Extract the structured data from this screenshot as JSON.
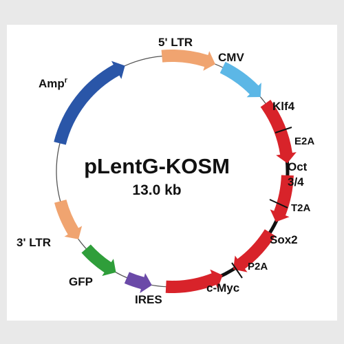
{
  "plasmid": {
    "name": "pLentG-KOSM",
    "size": "13.0 kb"
  },
  "features": [
    {
      "id": "5ltr",
      "label": "5' LTR",
      "color": "#f0a470"
    },
    {
      "id": "cmv",
      "label": "CMV",
      "color": "#5cb7e6"
    },
    {
      "id": "klf4",
      "label": "Klf4",
      "color": "#d8232a"
    },
    {
      "id": "e2a",
      "label": "E2A",
      "color": "#111111"
    },
    {
      "id": "oct",
      "label": "Oct",
      "label2": "3/4",
      "color": "#d8232a"
    },
    {
      "id": "t2a",
      "label": "T2A",
      "color": "#111111"
    },
    {
      "id": "sox2",
      "label": "Sox2",
      "color": "#d8232a"
    },
    {
      "id": "p2a",
      "label": "P2A",
      "color": "#111111"
    },
    {
      "id": "cmyc",
      "label": "c-Myc",
      "color": "#d8232a"
    },
    {
      "id": "ires",
      "label": "IRES",
      "color": "#6b4aa8"
    },
    {
      "id": "gfp",
      "label": "GFP",
      "color": "#2f9e3a"
    },
    {
      "id": "3ltr",
      "label": "3' LTR",
      "color": "#f0a470"
    },
    {
      "id": "ampr",
      "label": "Amp",
      "sup": "r",
      "color": "#2a56a8"
    }
  ]
}
